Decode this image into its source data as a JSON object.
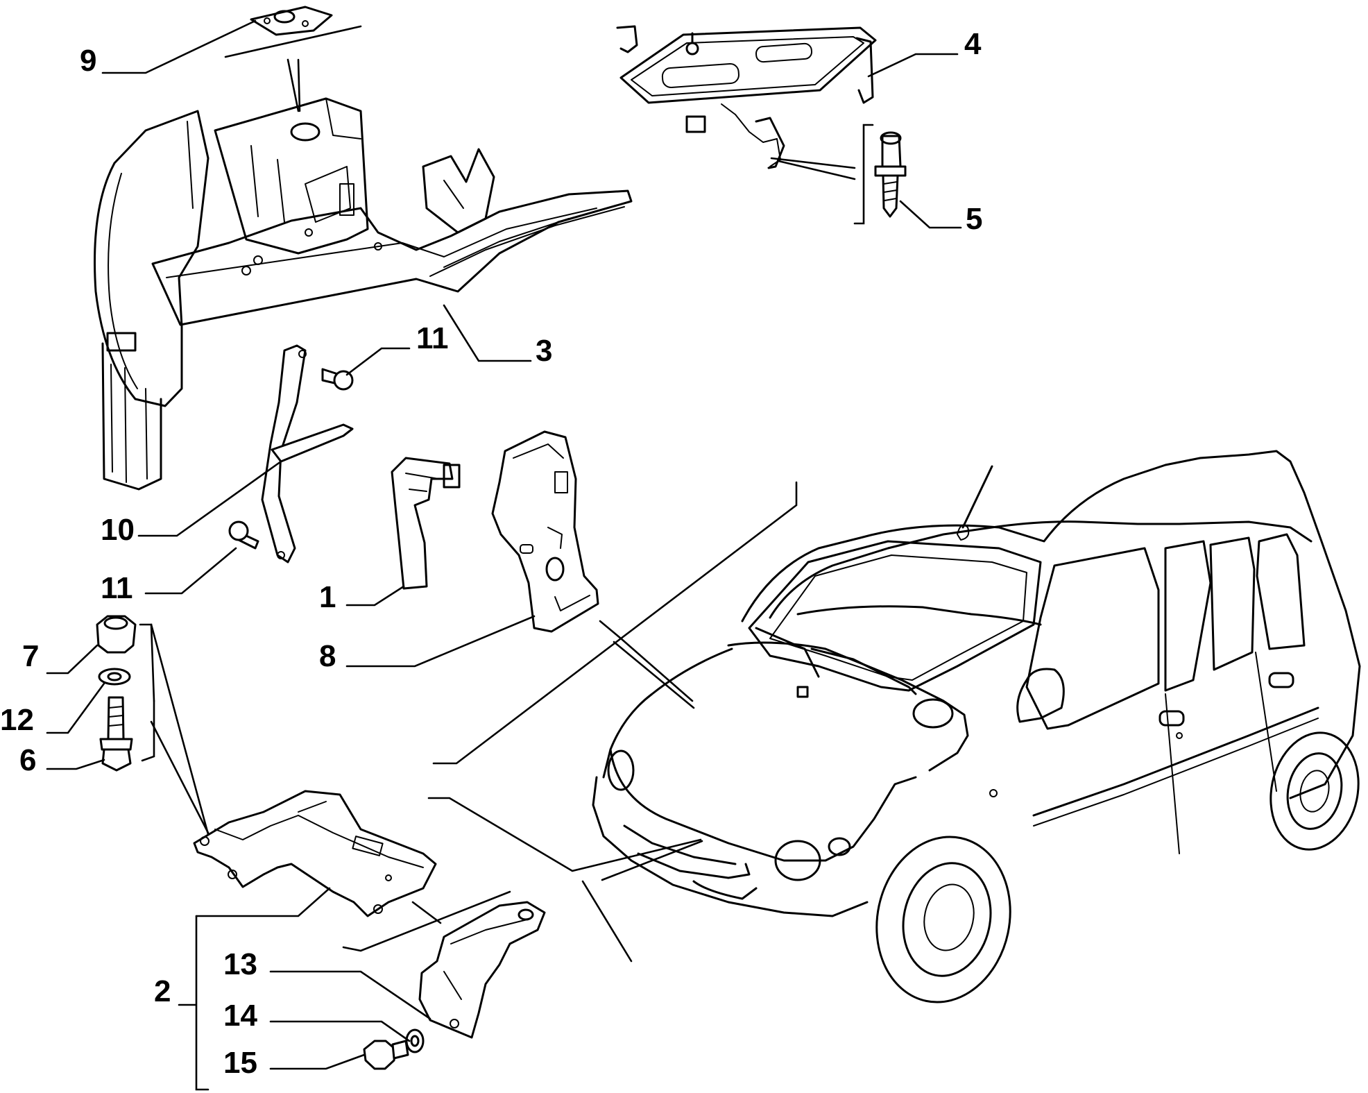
{
  "callouts": [
    {
      "id": "c1",
      "text": "1"
    },
    {
      "id": "c2",
      "text": "2"
    },
    {
      "id": "c3",
      "text": "3"
    },
    {
      "id": "c4",
      "text": "4"
    },
    {
      "id": "c5",
      "text": "5"
    },
    {
      "id": "c6",
      "text": "6"
    },
    {
      "id": "c7",
      "text": "7"
    },
    {
      "id": "c8",
      "text": "8"
    },
    {
      "id": "c9",
      "text": "9"
    },
    {
      "id": "c10",
      "text": "10"
    },
    {
      "id": "c11a",
      "text": "11"
    },
    {
      "id": "c11b",
      "text": "11"
    },
    {
      "id": "c12",
      "text": "12"
    },
    {
      "id": "c13",
      "text": "13"
    },
    {
      "id": "c14",
      "text": "14"
    },
    {
      "id": "c15",
      "text": "15"
    }
  ]
}
